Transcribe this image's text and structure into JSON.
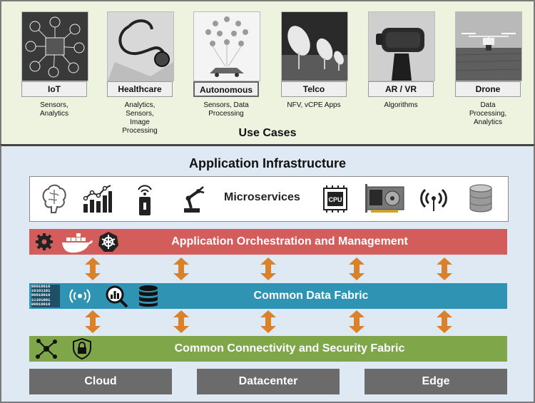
{
  "use_cases": {
    "title": "Use Cases",
    "items": [
      {
        "label": "IoT",
        "desc": "Sensors,\nAnalytics"
      },
      {
        "label": "Healthcare",
        "desc": "Analytics,\nSensors,\nImage\nProcessing"
      },
      {
        "label": "Autonomous",
        "desc": "Sensors, Data\nProcessing"
      },
      {
        "label": "Telco",
        "desc": "NFV, vCPE Apps"
      },
      {
        "label": "AR / VR",
        "desc": "Algorithms"
      },
      {
        "label": "Drone",
        "desc": "Data\nProcessing,\nAnalytics"
      }
    ]
  },
  "infrastructure": {
    "title": "Application Infrastructure",
    "microservices_label": "Microservices",
    "microservice_icons": [
      "brain-icon",
      "line-chart-icon",
      "iot-device-icon",
      "robot-arm-icon",
      "cpu-chip-icon",
      "gpu-card-icon",
      "wireless-signal-icon",
      "database-icon"
    ],
    "orchestration": {
      "label": "Application Orchestration and Management",
      "color": "#d35d5b",
      "icons": [
        "gear-cycle-icon",
        "docker-icon",
        "kubernetes-icon"
      ]
    },
    "data_fabric": {
      "label": "Common Data Fabric",
      "color": "#2f93b4",
      "icons": [
        "binary-data-icon",
        "broadcast-icon",
        "analytics-search-icon",
        "database-icon"
      ],
      "binary_text": "00010010\n10101101\n00010010\n11101001\n00010010"
    },
    "connectivity": {
      "label": "Common Connectivity and Security Fabric",
      "color": "#7fa74a",
      "icons": [
        "network-nodes-icon",
        "security-lock-icon"
      ]
    },
    "arrow_color": "#d9822b",
    "base": [
      "Cloud",
      "Datacenter",
      "Edge"
    ],
    "cpu_text": "CPU"
  }
}
